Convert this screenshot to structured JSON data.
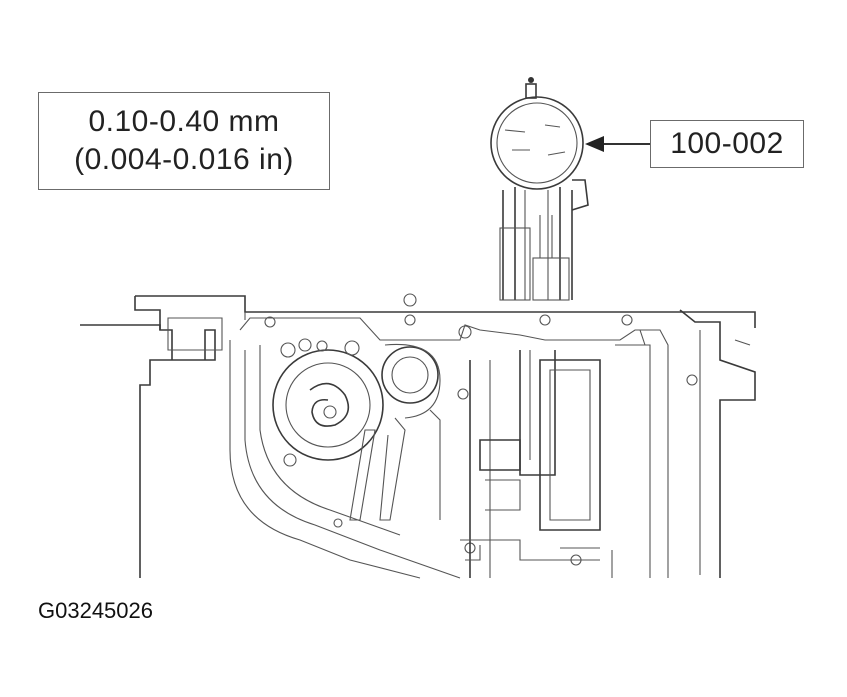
{
  "spec": {
    "line1": "0.10-0.40 mm",
    "line2": "(0.004-0.016 in)"
  },
  "tool": {
    "label": "100-002"
  },
  "figure_id": "G03245026"
}
